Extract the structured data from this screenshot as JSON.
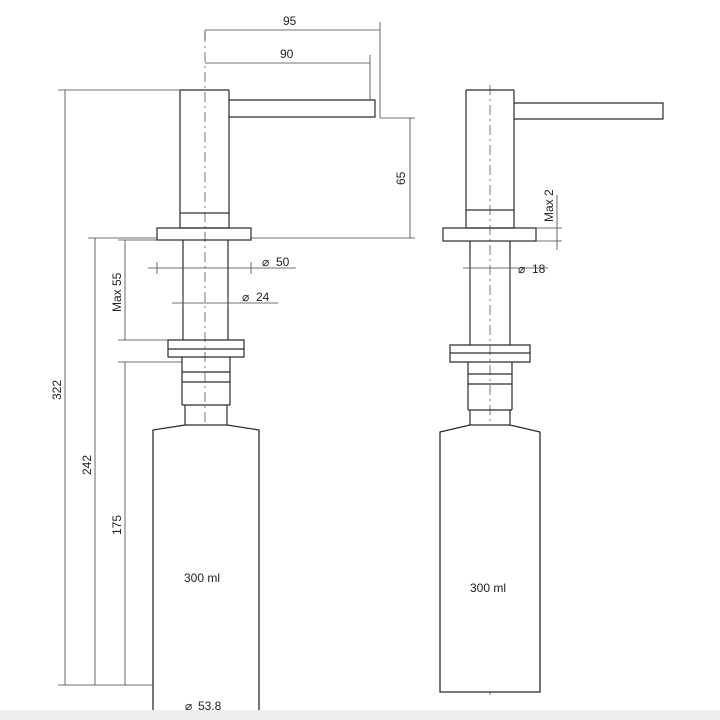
{
  "dimensions": {
    "width_95": "95",
    "width_90": "90",
    "height_65": "65",
    "height_322": "322",
    "height_242": "242",
    "height_175": "175",
    "max_55": "Max 55",
    "max_2": "Max 2",
    "dia_50": "50",
    "dia_24": "24",
    "dia_18": "18",
    "dia_53_8": "53.8"
  },
  "labels": {
    "volume_left": "300 ml",
    "volume_right": "300 ml"
  },
  "symbols": {
    "diameter": "⌀"
  },
  "colors": {
    "line": "#2b2b2b",
    "background": "#ffffff"
  }
}
